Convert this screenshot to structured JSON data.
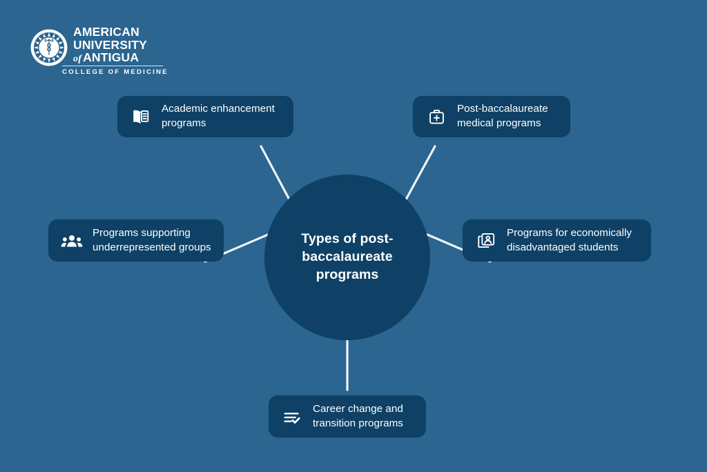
{
  "theme": {
    "background_color": "#2b6590",
    "node_color": "#0e4165",
    "text_color": "#ffffff",
    "connector_color": "#eef4f8"
  },
  "logo": {
    "name": "american-university-of-antigua-college-of-medicine",
    "seal_icon": "caduceus-seal-icon",
    "line1": "AMERICAN",
    "line2": "UNIVERSITY",
    "line3_prefix": "of",
    "line3": "ANTIGUA",
    "line4": "COLLEGE OF MEDICINE"
  },
  "center": {
    "title": "Types of post-baccalaureate programs"
  },
  "nodes": [
    {
      "id": "academic",
      "label": "Academic enhancement programs",
      "icon": "open-book-icon"
    },
    {
      "id": "postbacc-medical",
      "label": "Post-baccalaureate medical programs",
      "icon": "medical-kit-icon"
    },
    {
      "id": "underrepresented",
      "label": "Programs supporting underrepresented groups",
      "icon": "people-group-icon"
    },
    {
      "id": "economic",
      "label": "Programs for economically disadvantaged students",
      "icon": "id-card-person-icon"
    },
    {
      "id": "career",
      "label": "Career change and transition programs",
      "icon": "checklist-icon"
    }
  ]
}
